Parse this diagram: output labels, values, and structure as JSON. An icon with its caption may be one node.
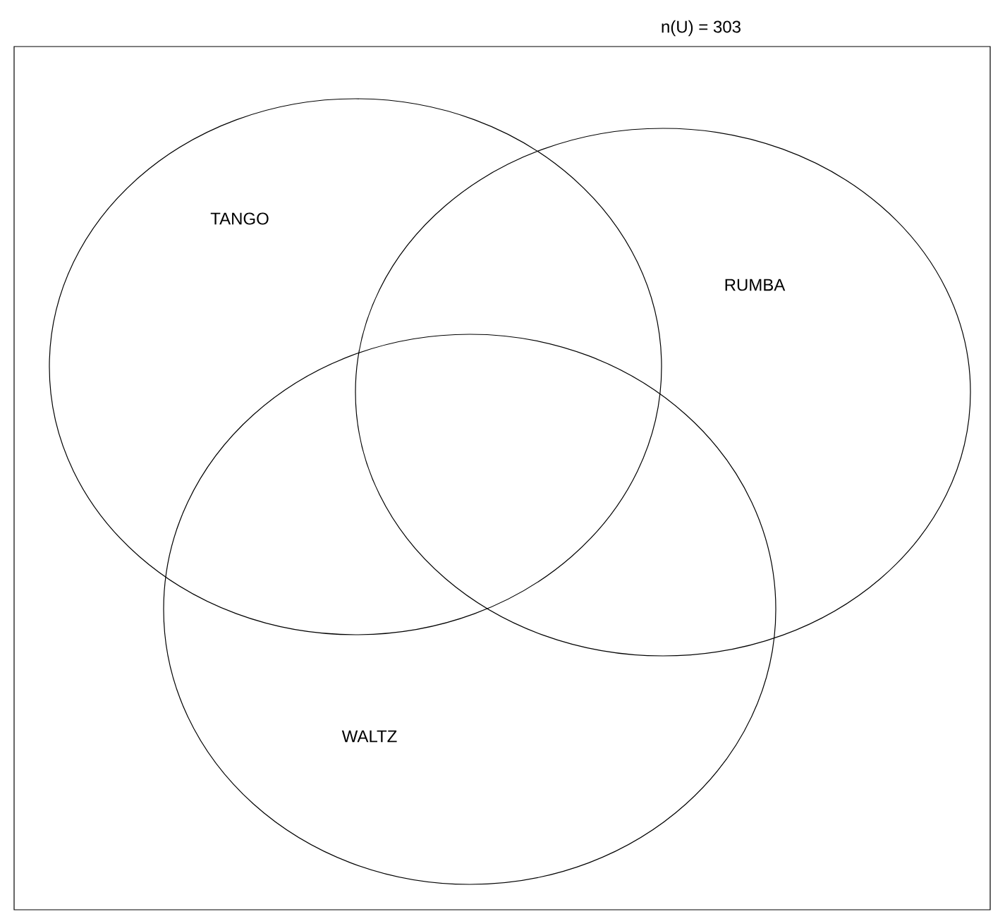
{
  "diagram": {
    "nodes": [
      {
        "text": [
          "n(U) = 303"
        ]
      },
      {
        "text": [
          "TANGO"
        ],
        "in": 0
      },
      {
        "text": [
          "RUMBA"
        ],
        "in": 0
      },
      {
        "text": [
          "WALTZ"
        ],
        "in": 0
      }
    ]
  }
}
